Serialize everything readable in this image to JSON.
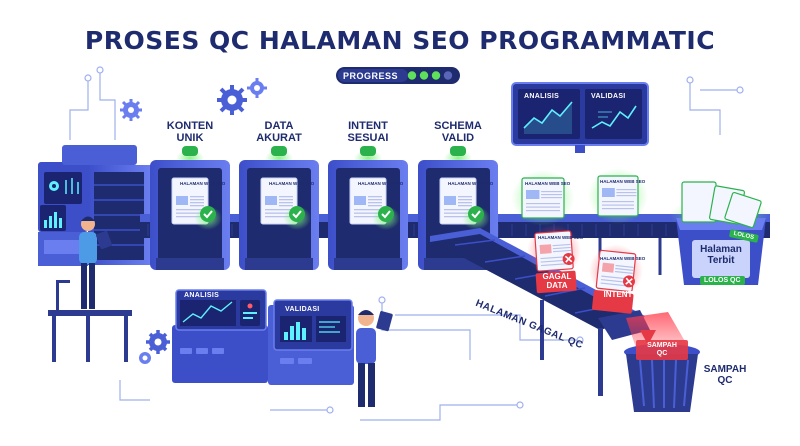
{
  "title": "PROSES QC HALAMAN SEO PROGRAMMATIC",
  "progress": {
    "label": "PROGRESS",
    "steps_total": 4,
    "steps_done": 3
  },
  "gates": [
    {
      "line1": "KONTEN",
      "line2": "UNIK"
    },
    {
      "line1": "DATA",
      "line2": "AKURAT"
    },
    {
      "line1": "INTENT",
      "line2": "SESUAI"
    },
    {
      "line1": "SCHEMA",
      "line2": "VALID"
    }
  ],
  "document_title": "HALAMAN WEB SEO",
  "top_monitor": {
    "left": "ANALISIS",
    "right": "VALIDASI"
  },
  "console": {
    "left": "ANALISIS",
    "right": "VALIDASI"
  },
  "fail_tags": {
    "data_line1": "GAGAL",
    "data_line2": "DATA",
    "intent": "INTENT"
  },
  "fail_chute_label": "HALAMAN GAGAL QC",
  "publish_bin": {
    "line1": "Halaman",
    "line2": "Terbit",
    "badge": "LOLOS QC",
    "doc_badge": "LOLOS"
  },
  "trash": {
    "sign_line1": "SAMPAH",
    "sign_line2": "QC",
    "line1": "SAMPAH",
    "line2": "QC"
  },
  "colors": {
    "navy": "#1e2b6e",
    "accent": "#4a5fd6",
    "pass": "#2bb24c",
    "fail": "#e53945",
    "glow": "#7cf07a"
  },
  "icons": [
    "gear-icon",
    "check-icon",
    "cross-icon",
    "line-chart-icon",
    "bar-chart-icon",
    "tablet-icon"
  ]
}
